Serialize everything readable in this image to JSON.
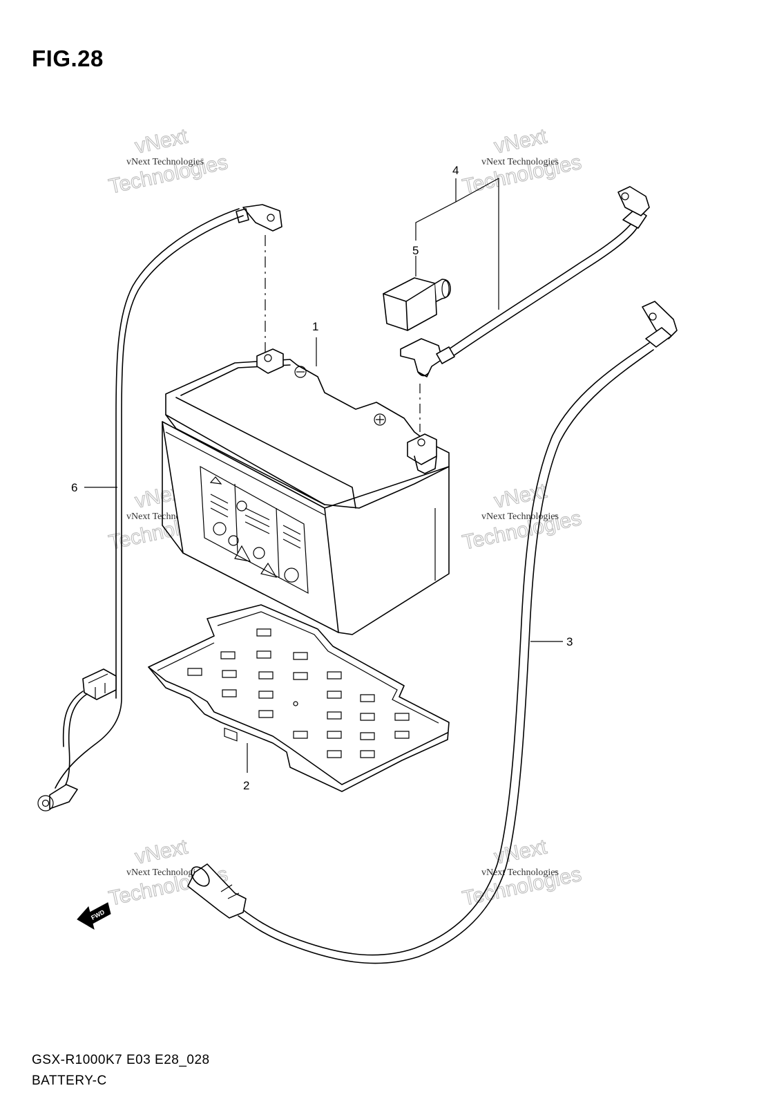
{
  "figure": {
    "title": "FIG.28",
    "model_code": "GSX-R1000K7 E03 E28_028",
    "section_name": "BATTERY-C"
  },
  "callouts": [
    "1",
    "2",
    "3",
    "4",
    "5",
    "6"
  ],
  "fwd_label": "FWD",
  "watermark": {
    "small_text": "vNext Technologies",
    "big_text_top": "vNext",
    "big_text_bottom": "Technologies"
  }
}
